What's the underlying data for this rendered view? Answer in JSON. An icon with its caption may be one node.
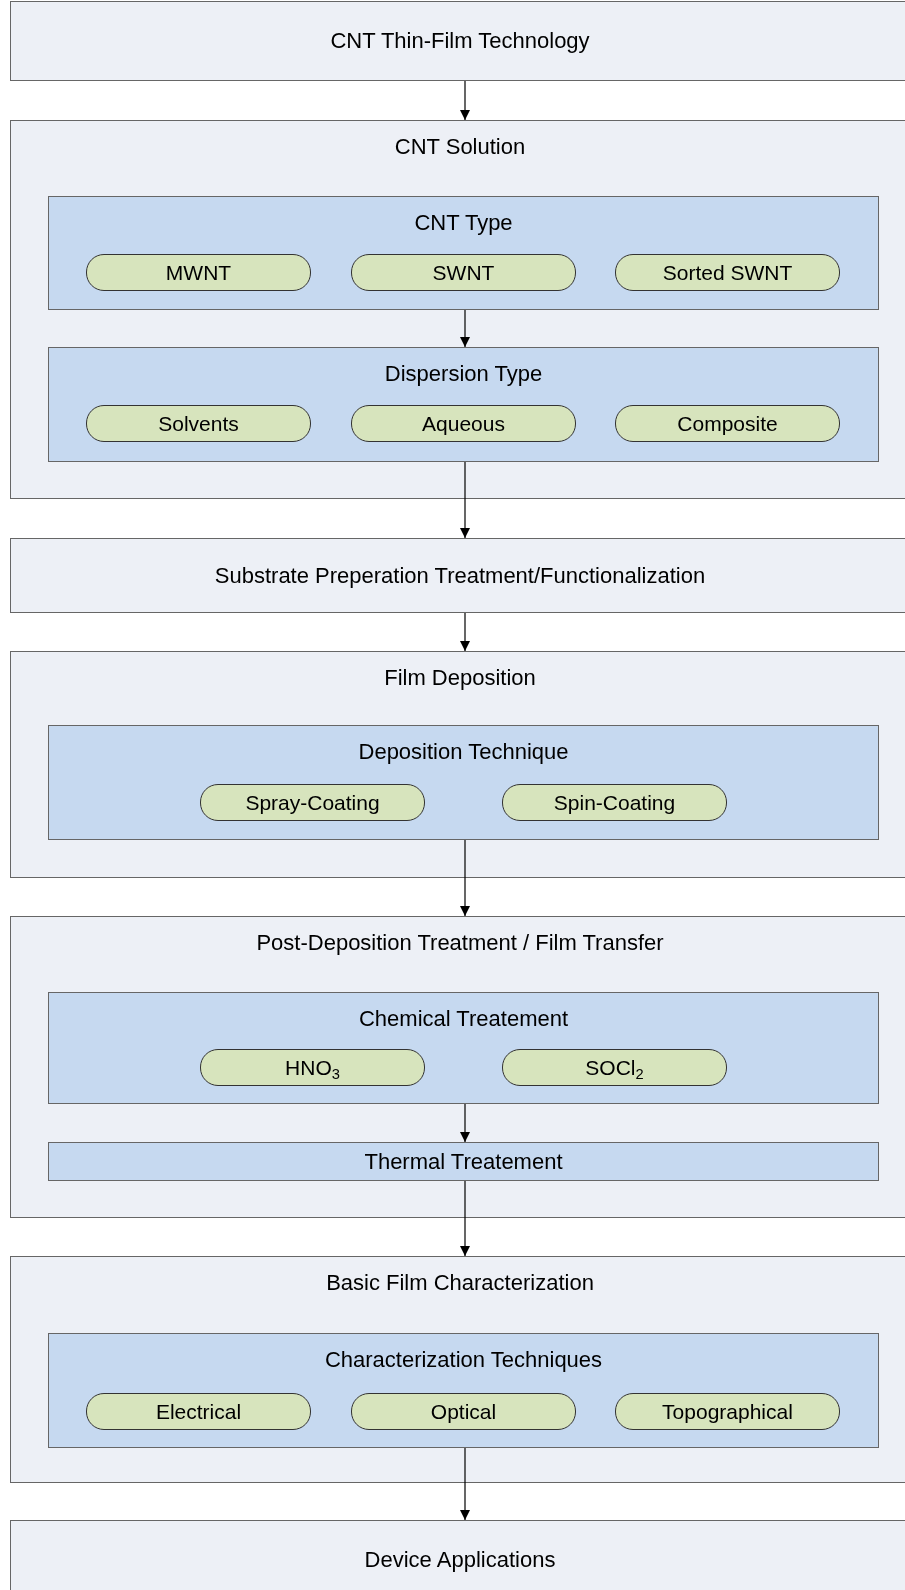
{
  "diagram": {
    "nodes": [
      {
        "text": [
          "CNT Thin-Film Technology"
        ]
      },
      {
        "text": [
          "CNT Solution"
        ]
      },
      {
        "text": [
          "CNT Type"
        ],
        "in": 1
      },
      {
        "text": [
          "MWNT"
        ],
        "in": 2
      },
      {
        "text": [
          "SWNT"
        ],
        "in": 2
      },
      {
        "text": [
          "Sorted SWNT"
        ],
        "in": 2
      },
      {
        "text": [
          "Dispersion Type"
        ],
        "in": 1
      },
      {
        "text": [
          "Solvents"
        ],
        "in": 6
      },
      {
        "text": [
          "Aqueous"
        ],
        "in": 6
      },
      {
        "text": [
          "Composite"
        ],
        "in": 6
      },
      {
        "text": [
          "Substrate Preperation Treatment/Functionalization"
        ]
      },
      {
        "text": [
          "Film Deposition"
        ]
      },
      {
        "text": [
          "Deposition Technique"
        ],
        "in": 11
      },
      {
        "text": [
          "Spray-Coating"
        ],
        "in": 12
      },
      {
        "text": [
          "Spin-Coating"
        ],
        "in": 12
      },
      {
        "text": [
          "Post-Deposition Treatment / Film Transfer"
        ]
      },
      {
        "text": [
          "Chemical Treatement"
        ],
        "in": 15
      },
      {
        "text": [
          "HNO$_{3}$"
        ],
        "in": 16
      },
      {
        "text": [
          "SOCl$_{2}$"
        ],
        "in": 16
      },
      {
        "text": [
          "Thermal Treatement"
        ],
        "in": 15
      },
      {
        "text": [
          "Basic Film Characterization"
        ]
      },
      {
        "text": [
          "Characterization Techniques"
        ],
        "in": 20
      },
      {
        "text": [
          "Electrical"
        ],
        "in": 21
      },
      {
        "text": [
          "Optical"
        ],
        "in": 21
      },
      {
        "text": [
          "Topographical"
        ],
        "in": 21
      },
      {
        "text": [
          "Device Applications"
        ]
      }
    ],
    "edges": [
      {
        "from": 0,
        "to": 1,
        "arrow": "to"
      },
      {
        "from": 2,
        "to": 6,
        "arrow": "to"
      },
      {
        "from": 6,
        "to": 10,
        "arrow": "to"
      },
      {
        "from": 10,
        "to": 11,
        "arrow": "to"
      },
      {
        "from": 12,
        "to": 15,
        "arrow": "to"
      },
      {
        "from": 16,
        "to": 19,
        "arrow": "to"
      },
      {
        "from": 19,
        "to": 20,
        "arrow": "to"
      },
      {
        "from": 21,
        "to": 25,
        "arrow": "to"
      }
    ]
  }
}
